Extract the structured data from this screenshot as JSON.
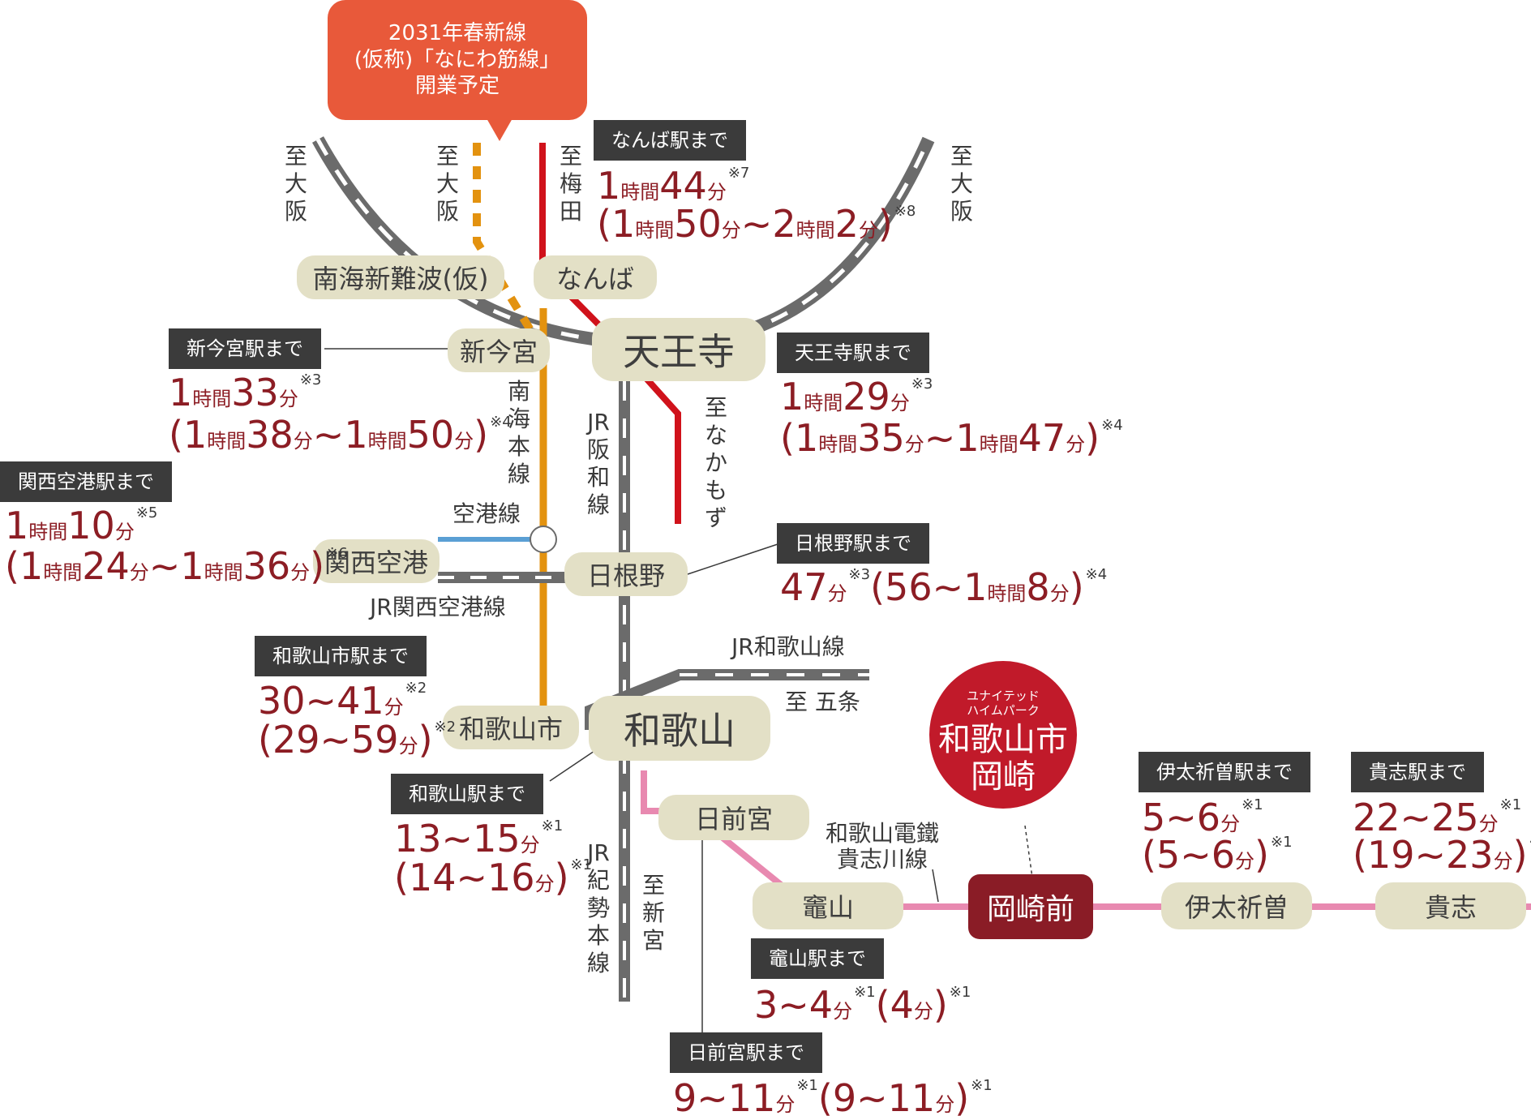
{
  "callout": {
    "line1": "2031年春新線",
    "line2": "(仮称)「なにわ筋線」",
    "line3": "開業予定"
  },
  "stations": {
    "minami_shinnanba": "南海新難波(仮)",
    "namba": "なんば",
    "shin_imamiya": "新今宮",
    "tennoji": "天王寺",
    "kansai_airport": "関西空港",
    "hineno": "日根野",
    "wakayamashi": "和歌山市",
    "wakayama": "和歌山",
    "hinokuma": "日前宮",
    "kamayama": "竈山",
    "okazakimae": "岡崎前",
    "itakiso": "伊太祈曽",
    "kishi": "貴志"
  },
  "directions": {
    "to_osaka_left": "至大阪",
    "to_osaka_mid": "至大阪",
    "to_umeda": "至梅田",
    "to_osaka_right": "至大阪",
    "to_nakamozu": "至なかもず",
    "to_gojo": "至 五条",
    "to_shingu": "至新宮"
  },
  "lines": {
    "nankai_main": "南海本線",
    "jr_hanwa": "JR阪和線",
    "airport_line": "空港線",
    "jr_kansai_airport": "JR関西空港線",
    "jr_wakayama": "JR和歌山線",
    "jr_kisei": "JR紀勢本線",
    "wakayama_dentetsu_1": "和歌山電鐵",
    "wakayama_dentetsu_2": "貴志川線"
  },
  "destination": {
    "brand_1": "ユナイテッド",
    "brand_2": "ハイムパーク",
    "name_1": "和歌山市",
    "name_2": "岡崎"
  },
  "tags": {
    "namba": "なんば駅まで",
    "shin_imamiya": "新今宮駅まで",
    "tennoji": "天王寺駅まで",
    "kansai_airport": "関西空港駅まで",
    "hineno": "日根野駅まで",
    "wakayamashi": "和歌山市駅まで",
    "wakayama": "和歌山駅まで",
    "itakiso": "伊太祈曽駅まで",
    "kishi": "貴志駅まで",
    "kamayama": "竈山駅まで",
    "hinokuma": "日前宮駅まで"
  },
  "times": {
    "namba_a": {
      "h": "1",
      "hu": "時間",
      "m": "44",
      "mu": "分",
      "note": "※7"
    },
    "namba_b": {
      "o": "(",
      "h1": "1",
      "hu1": "時間",
      "m1": "50",
      "mu1": "分",
      "t": "~",
      "h2": "2",
      "hu2": "時間",
      "m2": "2",
      "mu2": "分",
      "c": ")",
      "note": "※8"
    },
    "shin_imamiya_a": {
      "h": "1",
      "hu": "時間",
      "m": "33",
      "mu": "分",
      "note": "※3"
    },
    "shin_imamiya_b": {
      "o": "(",
      "h1": "1",
      "hu1": "時間",
      "m1": "38",
      "mu1": "分",
      "t": "~",
      "h2": "1",
      "hu2": "時間",
      "m2": "50",
      "mu2": "分",
      "c": ")",
      "note": "※4"
    },
    "tennoji_a": {
      "h": "1",
      "hu": "時間",
      "m": "29",
      "mu": "分",
      "note": "※3"
    },
    "tennoji_b": {
      "o": "(",
      "h1": "1",
      "hu1": "時間",
      "m1": "35",
      "mu1": "分",
      "t": "~",
      "h2": "1",
      "hu2": "時間",
      "m2": "47",
      "mu2": "分",
      "c": ")",
      "note": "※4"
    },
    "kansai_a": {
      "h": "1",
      "hu": "時間",
      "m": "10",
      "mu": "分",
      "note": "※5"
    },
    "kansai_b": {
      "o": "(",
      "h1": "1",
      "hu1": "時間",
      "m1": "24",
      "mu1": "分",
      "t": "~",
      "h2": "1",
      "hu2": "時間",
      "m2": "36",
      "mu2": "分",
      "c": ")",
      "note": "※6"
    },
    "hineno": {
      "m": "47",
      "mu": "分",
      "note1": "※3",
      "o": "(",
      "a": "56",
      "t": "~",
      "h": "1",
      "hu": "時間",
      "m2": "8",
      "mu2": "分",
      "c": ")",
      "note2": "※4"
    },
    "wakayamashi_a": {
      "v": "30~41",
      "mu": "分",
      "note": "※2"
    },
    "wakayamashi_b": {
      "v": "(29~59",
      "mu": "分",
      "c": ")",
      "note": "※2"
    },
    "wakayama_a": {
      "v": "13~15",
      "mu": "分",
      "note": "※1"
    },
    "wakayama_b": {
      "v": "(14~16",
      "mu": "分",
      "c": ")",
      "note": "※1"
    },
    "itakiso_a": {
      "v": "5~6",
      "mu": "分",
      "note": "※1"
    },
    "itakiso_b": {
      "v": "(5~6",
      "mu": "分",
      "c": ")",
      "note": "※1"
    },
    "kishi_a": {
      "v": "22~25",
      "mu": "分",
      "note": "※1"
    },
    "kishi_b": {
      "v": "(19~23",
      "mu": "分",
      "c": ")",
      "note": "※1"
    },
    "kamayama": {
      "v": "3~4",
      "mu": "分",
      "note1": "※1",
      "o": "(4",
      "mu2": "分",
      "c": ")",
      "note2": "※1"
    },
    "hinokuma": {
      "v": "9~11",
      "mu": "分",
      "note1": "※1",
      "o": "(9~11",
      "mu2": "分",
      "c": ")",
      "note2": "※1"
    }
  },
  "colors": {
    "nankai": "#e3920f",
    "namba_line": "#d0121b",
    "airport_line": "#5a9fd4",
    "jr": "#6b6b6b",
    "kishigawa": "#e889b0",
    "station_fill": "#e3e0c6",
    "time_text": "#8c1d24",
    "tag_fill": "#3b3b3b",
    "callout": "#e8593a",
    "destination": "#c11a2a",
    "okazakimae": "#8a1c26"
  }
}
